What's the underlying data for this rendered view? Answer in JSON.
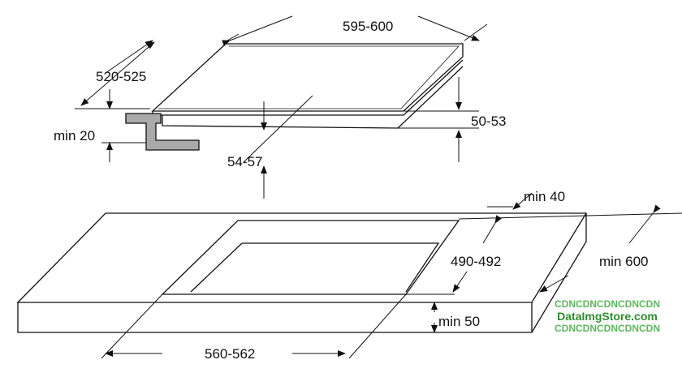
{
  "dimensions": {
    "width": "595-600",
    "depth": "520-525",
    "min_clearance_below": "min 20",
    "thickness": "50-53",
    "depth_below": "54-57",
    "min_front_edge": "min 40",
    "cutout_depth": "490-492",
    "worktop_depth": "min 600",
    "min_worktop_thickness": "min 50",
    "cutout_width": "560-562"
  },
  "watermark": {
    "line1": "CDNCDNCDNCDNCDN",
    "line2": "DataImgStore.com",
    "line3": "CDNCDNCDNCDNCDN"
  }
}
